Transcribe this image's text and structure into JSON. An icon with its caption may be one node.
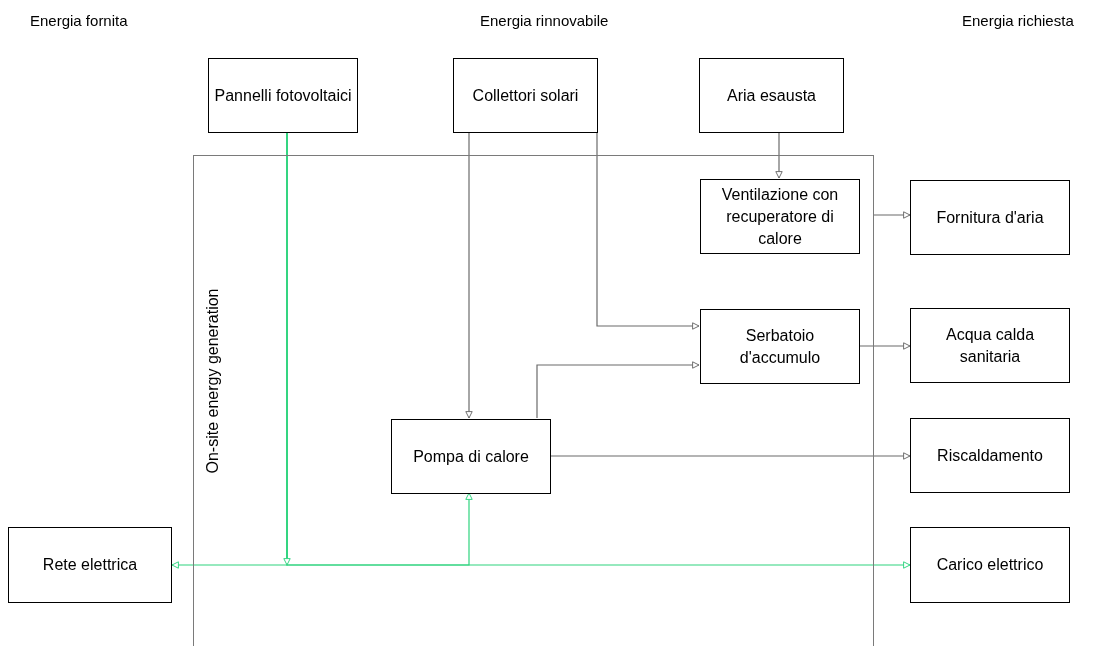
{
  "diagram": {
    "nodes": [
      {
        "text": [
          "On-site energy generation"
        ]
      },
      {
        "text": [
          "Pannelli fotovoltaici"
        ]
      },
      {
        "text": [
          "Collettori solari"
        ]
      },
      {
        "text": [
          "Aria esausta"
        ]
      },
      {
        "text": [
          "Ventilazione con recuperatore di calore"
        ],
        "in": 0
      },
      {
        "text": [
          "Fornitura d'aria"
        ]
      },
      {
        "text": [
          "Serbatoio d'accumulo"
        ],
        "in": 0
      },
      {
        "text": [
          "Acqua calda sanitaria"
        ]
      },
      {
        "text": [
          "Pompa di calore"
        ],
        "in": 0
      },
      {
        "text": [
          "Riscaldamento"
        ]
      },
      {
        "text": [
          "Rete elettrica"
        ]
      },
      {
        "text": [
          "Carico elettrico"
        ]
      }
    ],
    "edges": [
      {
        "from": 1,
        "to": 10,
        "arrow": "to",
        "color": "#2fd47f"
      },
      {
        "from": 1,
        "to": 11,
        "arrow": "to",
        "color": "#2fd47f"
      },
      {
        "from": 1,
        "to": 8,
        "arrow": "to",
        "color": "#2fd47f"
      },
      {
        "from": 2,
        "to": 8,
        "arrow": "to"
      },
      {
        "from": 2,
        "to": 6,
        "arrow": "to"
      },
      {
        "from": 3,
        "to": 4,
        "arrow": "to"
      },
      {
        "from": 8,
        "to": 6,
        "arrow": "to"
      },
      {
        "from": 8,
        "to": 9,
        "arrow": "to"
      },
      {
        "from": 6,
        "to": 7,
        "arrow": "to"
      },
      {
        "from": 0,
        "to": 5,
        "arrow": "to"
      }
    ],
    "labels": [
      "Energia fornita",
      "Energia rinnovabile",
      "Energia richiesta"
    ]
  }
}
